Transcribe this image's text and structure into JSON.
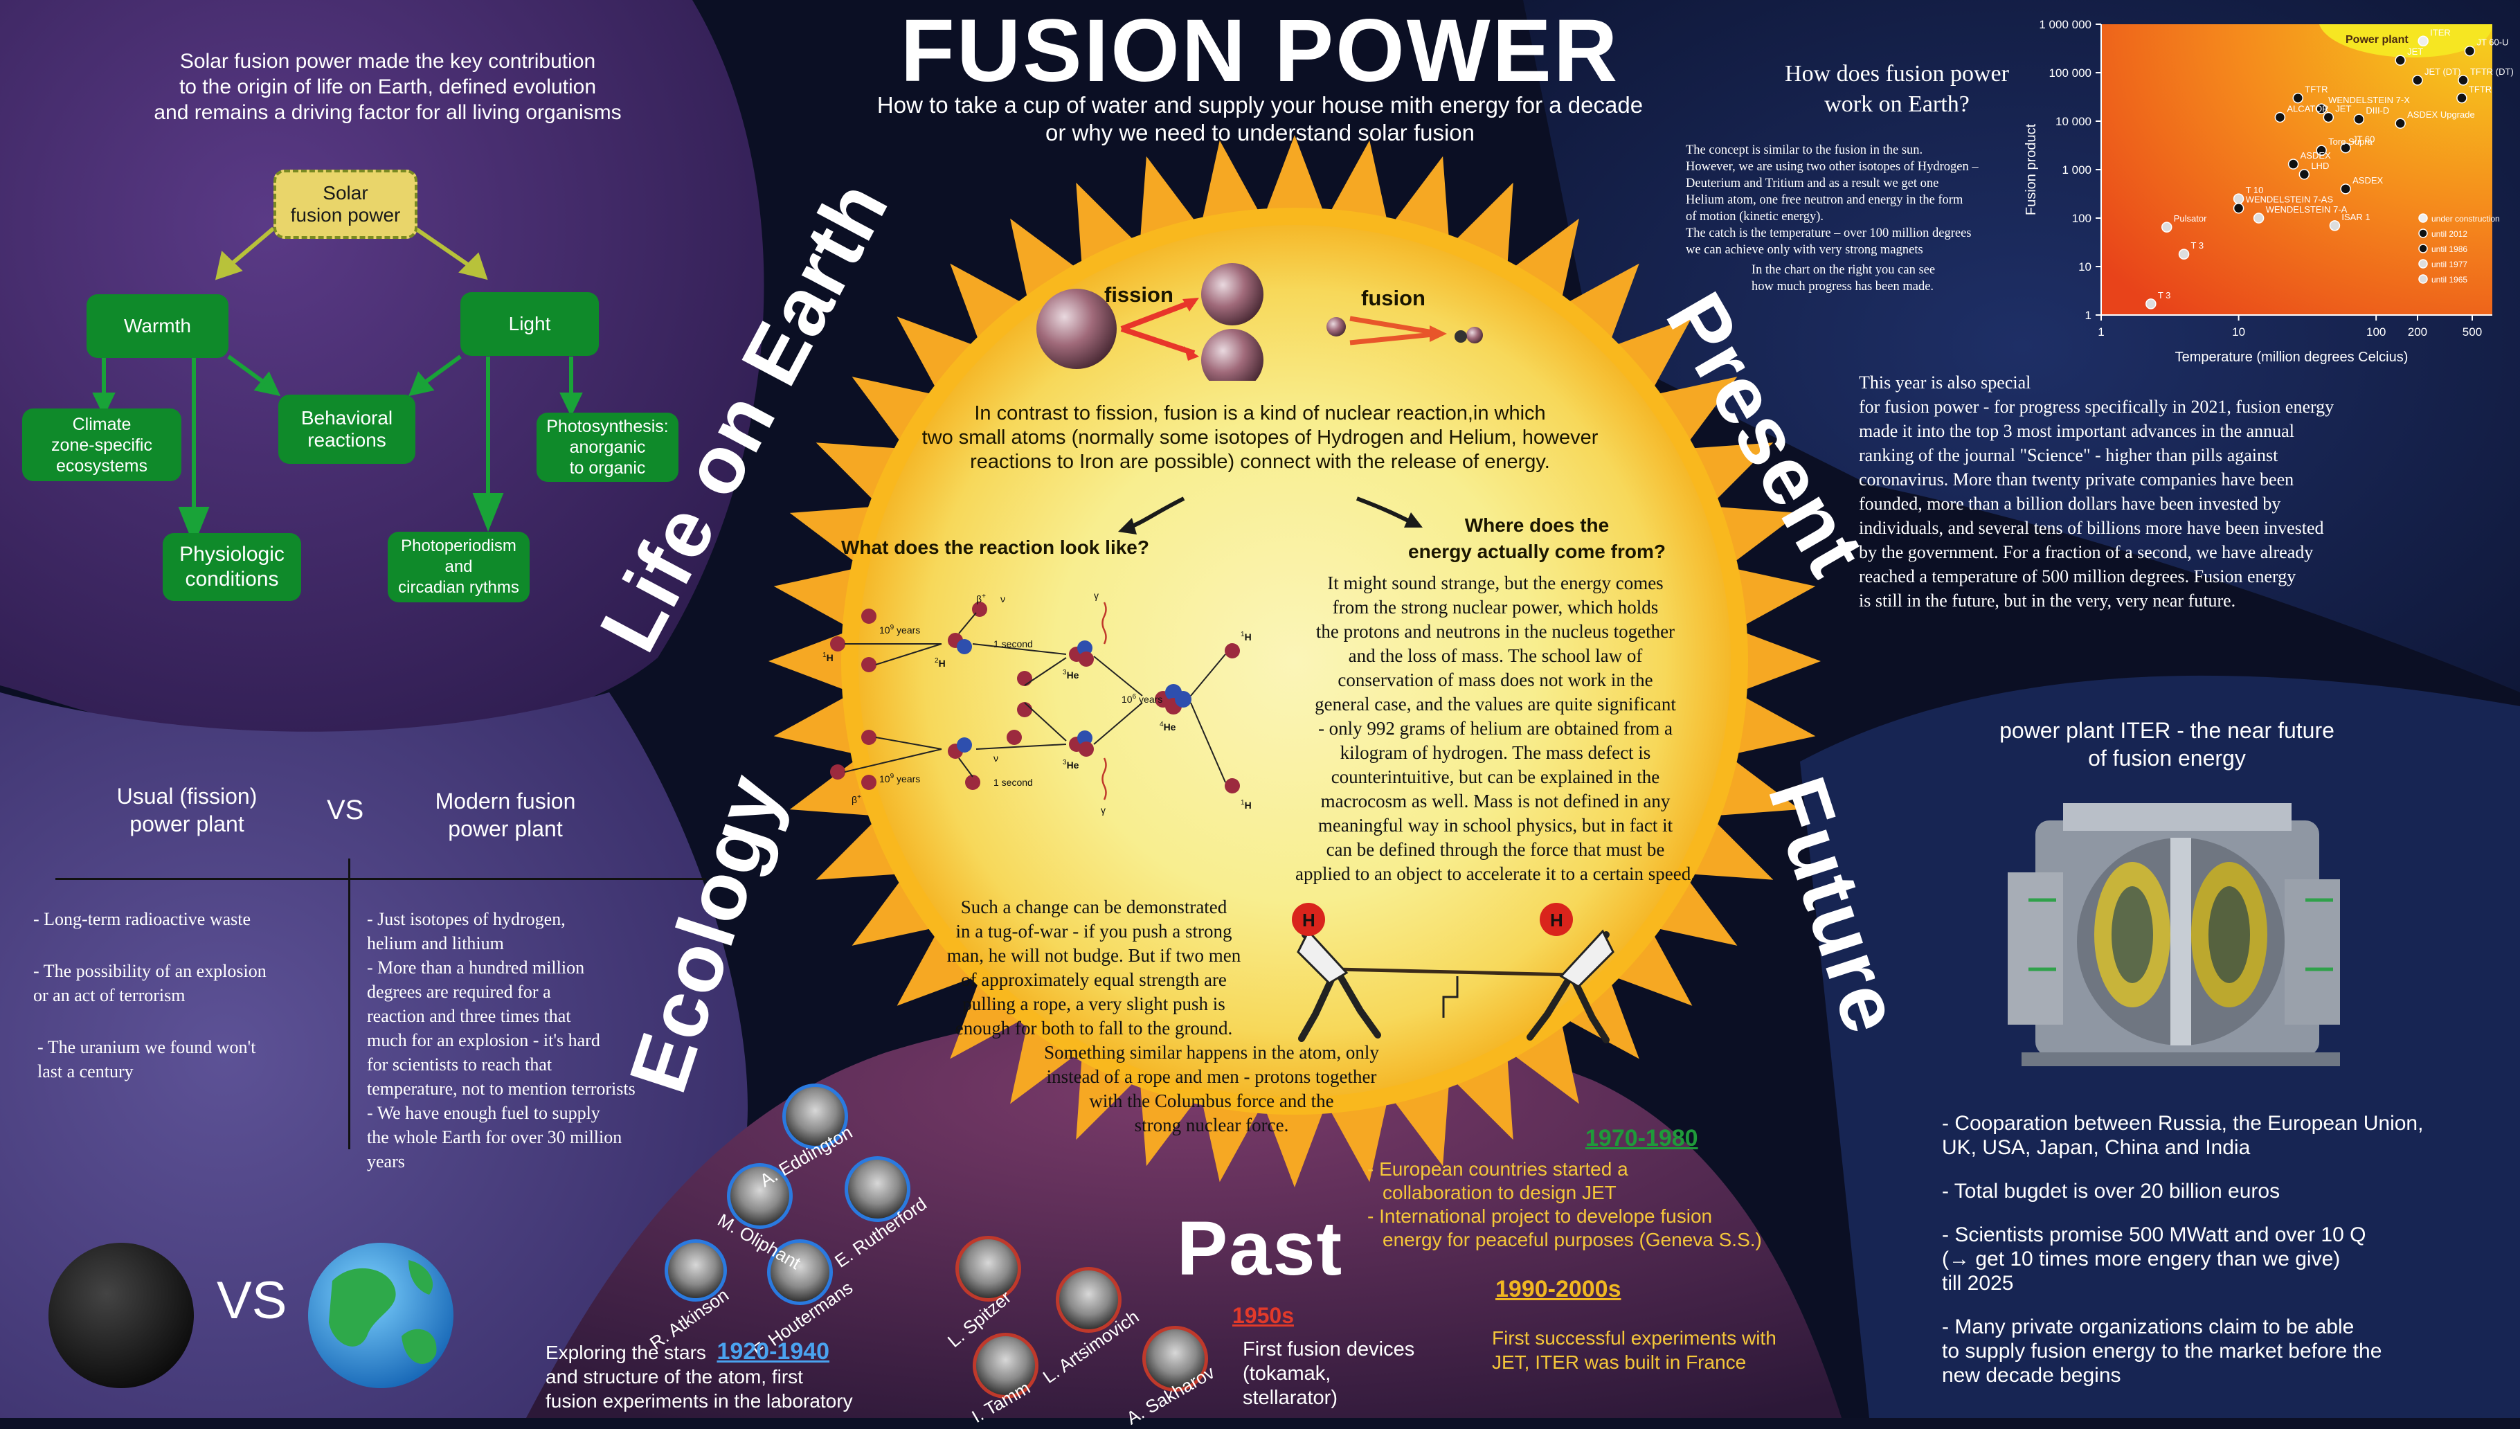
{
  "header": {
    "title": "FUSION POWER",
    "subtitle_1": "How to take a cup of water and supply your house mith energy for a decade",
    "subtitle_2": "or  why we need to understand solar fusion"
  },
  "sections": {
    "life": "Life on Earth",
    "present": "Present",
    "ecology": "Ecology",
    "future": "Future",
    "past": "Past"
  },
  "life": {
    "intro": [
      "Solar fusion power made the key contribution",
      "to the origin of life on Earth, defined evolution",
      "and remains a driving factor for all living organisms"
    ],
    "solar_box": [
      "Solar",
      "fusion power"
    ],
    "warmth": "Warmth",
    "light": "Light",
    "climate": [
      "Climate",
      "zone-specific",
      "ecosystems"
    ],
    "behavioral": [
      "Behavioral",
      "reactions"
    ],
    "photosynthesis": [
      "Photosynthesis:",
      "anorganic",
      "to organic"
    ],
    "physiologic": [
      "Physiologic",
      "conditions"
    ],
    "photoperiodism": [
      "Photoperiodism",
      "and",
      "circadian rythms"
    ]
  },
  "center": {
    "fission_label": "fission",
    "fusion_label": "fusion",
    "intro": [
      "In contrast to fission, fusion is a kind of nuclear reaction,in which",
      "two small atoms (normally some isotopes of Hydrogen and Helium, however",
      "reactions to Iron are possible) connect with the release of energy."
    ],
    "q_reaction": "What does the reaction look like?",
    "q_energy": [
      "Where does the",
      "energy actually come from?"
    ],
    "energy_text": [
      "It might sound strange, but the energy comes",
      "from the strong nuclear power, which holds",
      "the protons and neutrons in the nucleus together",
      "and the loss of mass. The school law of",
      "conservation of mass does not work  in the",
      "general case, and the values  are quite significant",
      "- only 992 grams of helium are obtained from a",
      "kilogram  of  hydrogen. The mass defect is",
      "counterintuitive, but can be explained in the",
      "macrocosm as well. Mass is not defined in any",
      "meaningful way in school physics, but in fact it",
      "can be defined through the force that must be",
      "applied to an object to accelerate it to a certain speed."
    ],
    "tug_text": [
      "Such a change can be demonstrated",
      "in a tug-of-war - if you push a strong",
      "man, he will not budge. But if two men",
      "of approximately equal strength are",
      "pulling a rope, a very slight push is",
      "enough for both to fall to the ground.",
      "Something similar happens in the atom, only",
      "instead of a rope and men - protons together",
      "with the Columbus force and the",
      "strong nuclear force."
    ],
    "diagram": {
      "t1": "10",
      "t1e": "9",
      "t1u": " years",
      "one_second": "1 second",
      "t2": "10",
      "t2e": "6",
      "t2u": " years",
      "h1": "1",
      "h2": "2",
      "he3": "3",
      "he4": "4",
      "H": "H",
      "He": "He",
      "beta": "β",
      "plus": "+",
      "nu": "ν",
      "gamma": "γ"
    },
    "h_label": "H"
  },
  "present": {
    "question": [
      "How does fusion power",
      "work on Earth?"
    ],
    "concept": [
      "The concept is similar to the fusion in the sun.",
      "However, we are using two other isotopes of Hydrogen –",
      "Deuterium and Tritium and as a result we get one",
      "Helium atom, one free neutron and energy in the form",
      "of motion (kinetic energy).",
      "The catch is the temperature – over 100 million degrees",
      "we can achieve only with very strong magnets"
    ],
    "chart_note": [
      "In the chart on the right you can see",
      "how much progress has been made."
    ],
    "special": [
      "This year is also special",
      "for fusion power - for progress specifically in 2021, fusion energy",
      "made it into the top 3 most important advances in the annual",
      "ranking of the journal \"Science\" - higher than pills against",
      "coronavirus. More than twenty private companies have been",
      "founded, more than a billion dollars have been invested by",
      "individuals, and several tens of billions more have been invested",
      "by the government. For a fraction of a second, we have already",
      "reached a temperature of 500 million degrees. Fusion energy",
      "is still in the future, but in the very, very near future."
    ]
  },
  "chart_data": {
    "type": "scatter",
    "title": "",
    "xlabel": "Temperature (million degrees Celcius)",
    "ylabel": "Fusion product",
    "xscale": "log",
    "yscale": "log",
    "xlim": [
      1,
      700
    ],
    "ylim": [
      1,
      1000000
    ],
    "x_ticks": [
      "1",
      "10",
      "100",
      "200",
      "500"
    ],
    "y_ticks": [
      "1",
      "10",
      "100",
      "1 000",
      "10 000",
      "100 000",
      "1 000 000"
    ],
    "region_label": "Power plant",
    "points": [
      {
        "label": "ITER",
        "x": 220,
        "y": 450000,
        "status": "under construction"
      },
      {
        "label": "JET",
        "x": 150,
        "y": 180000,
        "status": "until 2012"
      },
      {
        "label": "JT 60-U",
        "x": 480,
        "y": 280000,
        "status": "until 2012"
      },
      {
        "label": "JT 60",
        "x": 60,
        "y": 2800,
        "status": "until 1986"
      },
      {
        "label": "JET (DT)",
        "x": 200,
        "y": 70000,
        "status": "until 2012"
      },
      {
        "label": "TFTR (DT)",
        "x": 430,
        "y": 70000,
        "status": "until 1986"
      },
      {
        "label": "TFTR",
        "x": 420,
        "y": 30000,
        "status": "until 1986"
      },
      {
        "label": "TFTR",
        "x": 27,
        "y": 30000,
        "status": "until 1986"
      },
      {
        "label": "WENDELSTEIN 7-X",
        "x": 40,
        "y": 18000,
        "status": "until 2012"
      },
      {
        "label": "ALCATOR",
        "x": 20,
        "y": 12000,
        "status": "until 1986"
      },
      {
        "label": "JET",
        "x": 45,
        "y": 12000,
        "status": "until 1986"
      },
      {
        "label": "DIII-D",
        "x": 75,
        "y": 11000,
        "status": "until 1986"
      },
      {
        "label": "ASDEX Upgrade",
        "x": 150,
        "y": 9000,
        "status": "until 2012"
      },
      {
        "label": "Tore Supra",
        "x": 40,
        "y": 2500,
        "status": "until 1986"
      },
      {
        "label": "ASDEX",
        "x": 25,
        "y": 1300,
        "status": "until 1986"
      },
      {
        "label": "LHD",
        "x": 30,
        "y": 800,
        "status": "until 2012"
      },
      {
        "label": "ASDEX",
        "x": 60,
        "y": 400,
        "status": "until 1986"
      },
      {
        "label": "T 10",
        "x": 10,
        "y": 250,
        "status": "until 1977"
      },
      {
        "label": "WENDELSTEIN 7-AS",
        "x": 10,
        "y": 160,
        "status": "until 1986"
      },
      {
        "label": "WENDELSTEIN 7-A",
        "x": 14,
        "y": 100,
        "status": "until 1977"
      },
      {
        "label": "ISAR 1",
        "x": 50,
        "y": 70,
        "status": "until 1977"
      },
      {
        "label": "Pulsator",
        "x": 3,
        "y": 65,
        "status": "until 1977"
      },
      {
        "label": "T 3",
        "x": 4,
        "y": 18,
        "status": "until 1965"
      },
      {
        "label": "T 3",
        "x": 2.3,
        "y": 1.7,
        "status": "until 1965"
      }
    ],
    "legend": [
      "under construction",
      "until 2012",
      "until 1986",
      "until 1977",
      "until 1965"
    ]
  },
  "ecology": {
    "col1": [
      "Usual (fission)",
      "power plant"
    ],
    "vs": "VS",
    "col2": [
      "Modern fusion",
      "power plant"
    ],
    "left": [
      [
        "- Long-term radioactive waste"
      ],
      [
        "- The possibility of an explosion",
        "or an act of terrorism"
      ],
      [
        "- The uranium we found won't",
        "last a century"
      ]
    ],
    "right": [
      [
        "- Just isotopes of hydrogen,",
        "helium and lithium"
      ],
      [
        "- More than a hundred million",
        "degrees are required for a",
        "reaction and three times that",
        "much for an explosion - it's hard",
        "for scientists to reach that",
        "temperature, not to mention terrorists"
      ],
      [
        "- We have enough fuel to supply",
        "the whole Earth for over 30 million",
        "years"
      ]
    ],
    "vs_bottom": "VS"
  },
  "future": {
    "heading": [
      "power plant ITER - the near future",
      "of fusion energy"
    ],
    "bullets": [
      [
        "- Cooparation between Russia, the European Union,",
        "UK, USA, Japan, China and India"
      ],
      [
        "- Total bugdet is over 20 billion euros"
      ],
      [
        "- Scientists promise 500 MWatt and over 10 Q",
        "(→ get 10 times more engery than we give)",
        "till 2025"
      ],
      [
        "- Many private organizations claim to be able",
        "to supply fusion energy to the market before the",
        "new decade begins"
      ]
    ]
  },
  "past": {
    "scientists_1": [
      "A. Eddington",
      "M. Oliphant",
      "E. Rutherford",
      "R. Atkinson",
      "F. Houtermans"
    ],
    "scientists_2": [
      "L. Spitzer",
      "L. Artsimovich",
      "I. Tamm",
      "A. Sakharov"
    ],
    "era1_label": "1920-1940",
    "era1_text": [
      "Exploring the stars",
      "and structure of the atom, first",
      "fusion experiments in the laboratory"
    ],
    "era2_label": "1950s",
    "era2_text": [
      "First fusion devices",
      "(tokamak,",
      "stellarator)"
    ],
    "era3_label": "1970-1980",
    "era3_text": [
      "- European countries started a",
      "collaboration to design JET",
      "- International project to develope fusion",
      "energy for peaceful purposes (Geneva S.S.)"
    ],
    "era4_label": "1990-2000s",
    "era4_text": [
      "First successful experiments with",
      "JET, ITER was built in France"
    ]
  },
  "colors": {
    "sun_inner": "#f7ec8c",
    "sun_outer": "#f6a623",
    "green": "#0f8a2a",
    "purple": "#4e3276",
    "navy": "#14214a",
    "decade": "#f1b821"
  }
}
